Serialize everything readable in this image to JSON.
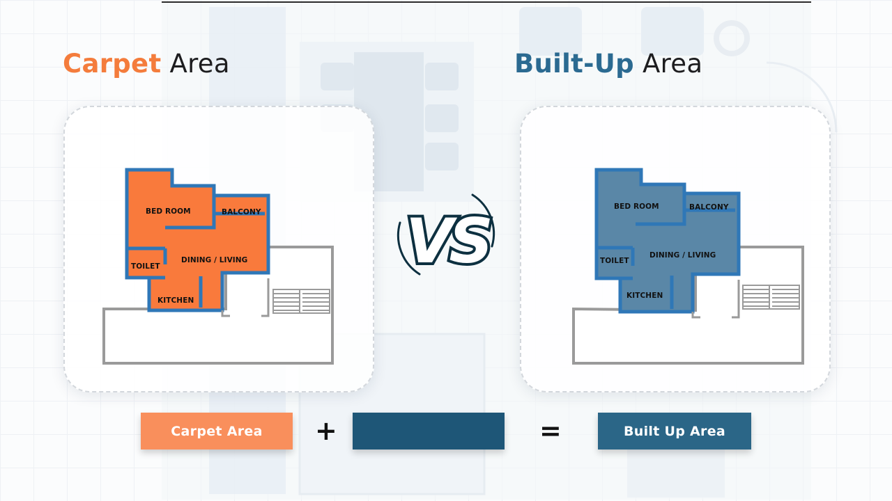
{
  "titles": {
    "left": {
      "highlight": "Carpet",
      "rest": " Area"
    },
    "right": {
      "highlight": "Built-Up",
      "rest": " Area"
    }
  },
  "plans": {
    "left": {
      "rooms": {
        "bed_room": "BED ROOM",
        "balcony": "BALCONY",
        "toilet": "TOILET",
        "dining_living": "DINING / LIVING",
        "kitchen": "KITCHEN"
      }
    },
    "right": {
      "rooms": {
        "bed_room": "BED ROOM",
        "balcony": "BALCONY",
        "toilet": "TOILET",
        "dining_living": "DINING / LIVING",
        "kitchen": "KITCHEN"
      }
    }
  },
  "vs": {
    "text": "VS"
  },
  "formula": {
    "carpet_label": "Carpet Area",
    "middle_label": "",
    "plus": "+",
    "equals": "=",
    "result_label": "Built Up Area"
  },
  "colors": {
    "carpet_orange": "#f47c3c",
    "carpet_fill": "#f97a3c",
    "builtup_blue": "#2b6a91",
    "builtup_fill": "#5a87a7",
    "wall_blue": "#2f77b7",
    "outline_gray": "#9a9a9a",
    "dark_navy": "#0d3040"
  }
}
